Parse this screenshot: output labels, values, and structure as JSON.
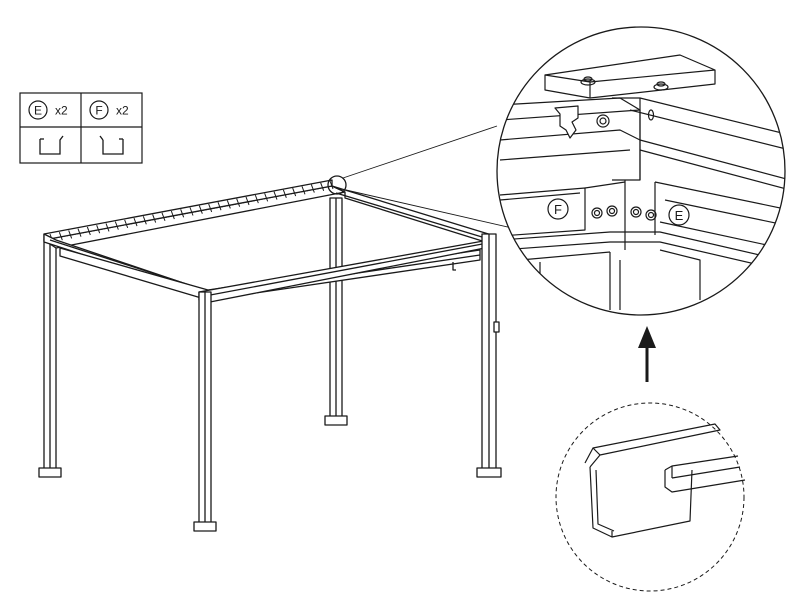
{
  "parts_table": {
    "columns": [
      {
        "letter": "E",
        "qty": "x2",
        "icon": "gutter-profile-left-icon"
      },
      {
        "letter": "F",
        "qty": "x2",
        "icon": "gutter-profile-right-icon"
      }
    ]
  },
  "detail_callout": {
    "labels": [
      {
        "letter": "F"
      },
      {
        "letter": "E"
      }
    ]
  },
  "colors": {
    "line": "#1a1a1a",
    "background": "#ffffff"
  }
}
